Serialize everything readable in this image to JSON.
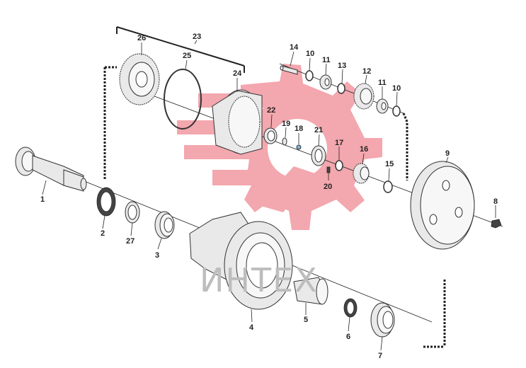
{
  "watermark": {
    "text": "ИНТЕХ",
    "gear_color": "#f08a93"
  },
  "callouts": [
    {
      "id": "c1",
      "label": "1"
    },
    {
      "id": "c2",
      "label": "2"
    },
    {
      "id": "c27",
      "label": "27"
    },
    {
      "id": "c3",
      "label": "3"
    },
    {
      "id": "c4",
      "label": "4"
    },
    {
      "id": "c5",
      "label": "5"
    },
    {
      "id": "c6",
      "label": "6"
    },
    {
      "id": "c7",
      "label": "7"
    },
    {
      "id": "c8",
      "label": "8"
    },
    {
      "id": "c9",
      "label": "9"
    },
    {
      "id": "c10a",
      "label": "10"
    },
    {
      "id": "c10b",
      "label": "10"
    },
    {
      "id": "c11a",
      "label": "11"
    },
    {
      "id": "c11b",
      "label": "11"
    },
    {
      "id": "c12",
      "label": "12"
    },
    {
      "id": "c13",
      "label": "13"
    },
    {
      "id": "c14",
      "label": "14"
    },
    {
      "id": "c15",
      "label": "15"
    },
    {
      "id": "c16",
      "label": "16"
    },
    {
      "id": "c17",
      "label": "17"
    },
    {
      "id": "c18",
      "label": "18"
    },
    {
      "id": "c19",
      "label": "19"
    },
    {
      "id": "c20",
      "label": "20"
    },
    {
      "id": "c21",
      "label": "21"
    },
    {
      "id": "c22",
      "label": "22"
    },
    {
      "id": "c23",
      "label": "23"
    },
    {
      "id": "c24",
      "label": "24"
    },
    {
      "id": "c25",
      "label": "25"
    },
    {
      "id": "c26",
      "label": "26"
    }
  ]
}
